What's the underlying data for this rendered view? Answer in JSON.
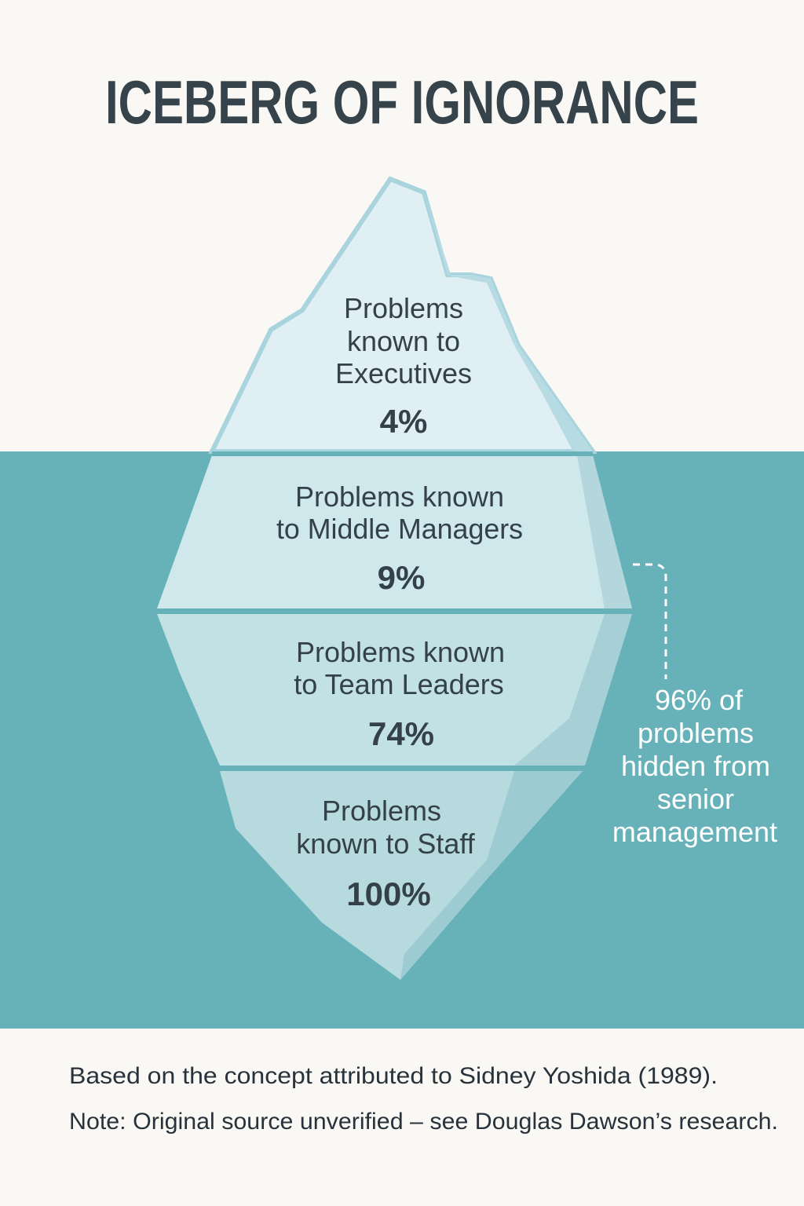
{
  "title": "ICEBERG OF IGNORANCE",
  "layers": [
    {
      "lines": [
        "Problems",
        "known to",
        "Executives"
      ],
      "percent": "4%"
    },
    {
      "lines": [
        "Problems known",
        "to Middle Managers"
      ],
      "percent": "9%"
    },
    {
      "lines": [
        "Problems known",
        "to Team Leaders"
      ],
      "percent": "74%"
    },
    {
      "lines": [
        "Problems",
        "known to Staff"
      ],
      "percent": "100%"
    }
  ],
  "callout": {
    "lines": [
      "96% of",
      "problems",
      "hidden from",
      "senior",
      "management"
    ]
  },
  "footer": {
    "line1": "Based on the concept attributed to Sidney Yoshida (1989).",
    "line2": "Note: Original source unverified – see Douglas Dawson’s research."
  },
  "colors": {
    "background": "#f9f8f4",
    "water": "#66b2b8",
    "ice": "#d6ecf0",
    "text": "#36434b"
  }
}
